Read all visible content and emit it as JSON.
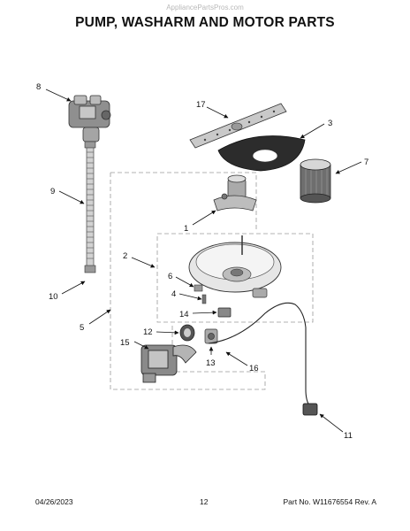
{
  "header": {
    "watermark": "AppliancePartsPros.com",
    "title": "PUMP, WASHARM AND MOTOR PARTS"
  },
  "callouts": {
    "c1": "1",
    "c2": "2",
    "c3": "3",
    "c4": "4",
    "c5": "5",
    "c6": "6",
    "c7": "7",
    "c8": "8",
    "c9": "9",
    "c10": "10",
    "c11": "11",
    "c12": "12",
    "c13": "13",
    "c14": "14",
    "c15": "15",
    "c16": "16",
    "c17": "17"
  },
  "footer": {
    "date": "04/26/2023",
    "page": "12",
    "part_number": "Part No. W11676554  Rev. A"
  }
}
